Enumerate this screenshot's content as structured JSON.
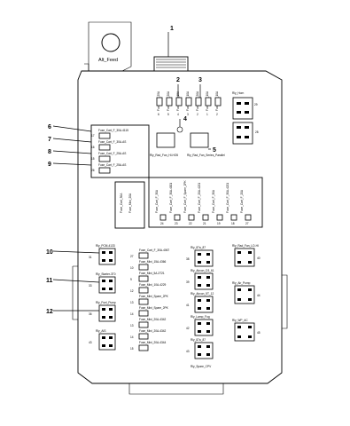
{
  "labels": {
    "alt_feed": "Alt_Feed",
    "rly_horn": "Rly_Horn",
    "n29": "29",
    "n28": "28",
    "rly_rad_fan_hi": "Rly_Rad_Fan_HI-HO5",
    "rly_rad_fan_series": "Rly_Rad_Fan_Series_Parallel",
    "mid_cart_1": "Fuse_Cart_30A",
    "mid_cart_2": "Fuse_Mini_20A"
  },
  "callouts": [
    "1",
    "2",
    "3",
    "4",
    "5",
    "6",
    "7",
    "8",
    "9",
    "10",
    "11",
    "12"
  ],
  "top_fuses": [
    "Fuse_Mini_25A",
    "Fuse_Mini_20A",
    "Fuse_Mini_15A",
    "Fuse_Mini_10A",
    "Fuse_Mini_20A",
    "Fuse_Mini_10A",
    "Fuse_Mini_10A"
  ],
  "top_fuse_nums": [
    "6",
    "5",
    "4",
    "3",
    "2",
    "1",
    "2"
  ],
  "cart_fuses": [
    {
      "label": "Fuse_Cart_F_30A-4115",
      "num": "17"
    },
    {
      "label": "Fuse_Cart_F_30A-AS",
      "num": "16"
    },
    {
      "label": "Fuse_Cart_F_25A-AS",
      "num": "15"
    },
    {
      "label": "Fuse_Cart_F_25A-AS",
      "num": "26"
    }
  ],
  "vert_fuses": [
    "Fuse_Cart_F_30A",
    "Fuse_Cart_F_30A-4001",
    "Fuse_Cart_F_Spare_2PK",
    "Fuse_Cart_F_20A-4221",
    "Fuse_Cart_F_30A",
    "Fuse_Cart_F_30A-4221",
    "Fuse_Cart_F_20A"
  ],
  "vert_nums": [
    "24",
    "23",
    "22",
    "21",
    "19",
    "18",
    "27"
  ],
  "left_relays": [
    {
      "label": "Rly_PCM-4133",
      "num": "31"
    },
    {
      "label": "Rly_Starter-3T0",
      "num": "33"
    },
    {
      "label": "Rly_Fuel_Pump",
      "num": "36"
    },
    {
      "label": "Rly_AIS",
      "num": "43"
    }
  ],
  "mid_fuses": [
    {
      "label": "Fuse_Cart_F_30A-4067",
      "num": "27"
    },
    {
      "label": "Fuse_Mini_15A-4366",
      "num": "10"
    },
    {
      "label": "Fuse_Mini_5A-3T21",
      "num": "9"
    },
    {
      "label": "Fuse_Mini_10A-4229",
      "num": "12"
    },
    {
      "label": "Fuse_Mini_Spare_2PK",
      "num": "13"
    },
    {
      "label": "Fuse_Mini_Spare_2PK",
      "num": "14"
    },
    {
      "label": "Fuse_Mini_20A-4342",
      "num": "13"
    },
    {
      "label": "Fuse_Mini_20A-4342",
      "num": "14"
    },
    {
      "label": "Fuse_Mini_20A-4344",
      "num": "15"
    }
  ],
  "right_relays": [
    {
      "label": "Rly_87a_87",
      "num": "38"
    },
    {
      "label": "Rly_Aircon_D3_61",
      "num": "39"
    },
    {
      "label": "Rly_Aircon_5T_12",
      "num": "41"
    },
    {
      "label": "Rly_Lamp_Fog",
      "num": "42"
    },
    {
      "label": "Rly_87a_87",
      "num": "43"
    }
  ],
  "far_right_relays": [
    {
      "label": "Rly_Rad_Fan_LO-HI",
      "num": "40"
    },
    {
      "label": "Rly_Air_Pump",
      "num": "44"
    },
    {
      "label": "Rly_WP_AC",
      "num": "45"
    }
  ],
  "bottom_label": "Rly_Spare_CPV"
}
